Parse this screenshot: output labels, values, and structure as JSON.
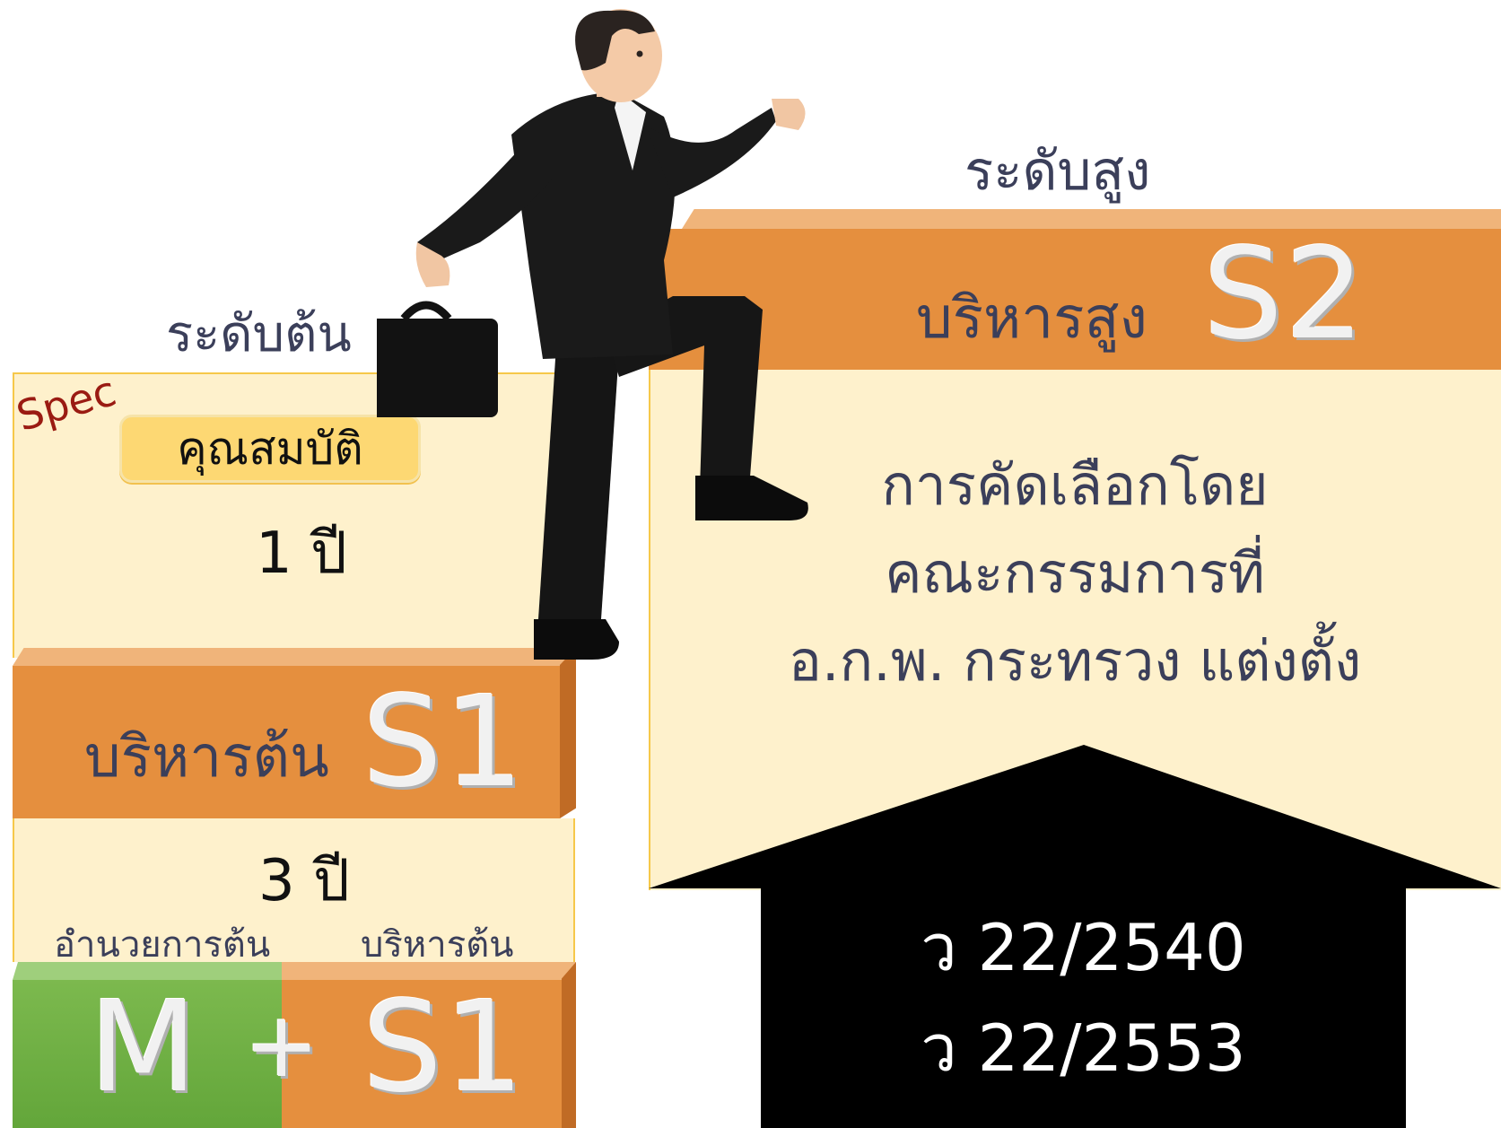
{
  "left": {
    "level_label": "ระดับต้น",
    "spec_text": "Spec",
    "qual_label": "คุณสมบัติ",
    "years_top": "1 ปี",
    "s1_label": "บริหารต้น",
    "s1_code": "S1",
    "years_bottom": "3 ปี",
    "m_label": "อำนวยการต้น",
    "s1b_label": "บริหารต้น",
    "m_code": "M",
    "plus": "+",
    "s1b_code": "S1"
  },
  "right": {
    "level_label": "ระดับสูง",
    "s2_label": "บริหารสูง",
    "s2_code": "S2",
    "selection_lines": [
      "การคัดเลือกโดย",
      "คณะกรรมการที่",
      "อ.ก.พ. กระทรวง แต่งตั้ง"
    ],
    "refs": [
      "ว 22/2540",
      "ว 22/2553"
    ]
  },
  "colors": {
    "cream": "#fef1cc",
    "orange": "#e58f3e",
    "green": "#7cb94e",
    "navy": "#3b3f5a",
    "gold": "#f6b820",
    "spec_red": "#9a1b12"
  }
}
